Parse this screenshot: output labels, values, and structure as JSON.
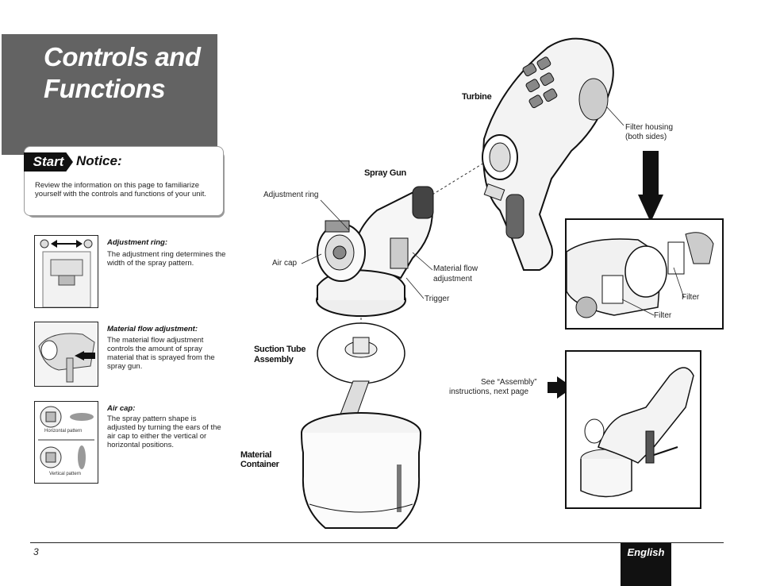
{
  "page": {
    "title_line1": "Controls and",
    "title_line2": "Functions",
    "start_label": "Start",
    "notice_heading": "Notice:",
    "notice_body": "Review the information on this page to familiarize yourself with the controls and functions of your unit.",
    "page_number": "3",
    "language": "English"
  },
  "features": [
    {
      "title": "Adjustment ring:",
      "body": "The adjustment ring determines the width of the spray pattern."
    },
    {
      "title": "Material flow adjustment:",
      "body": "The material flow adjustment controls the amount of spray material that is sprayed from the spray gun."
    },
    {
      "title": "Air cap:",
      "body": "The spray pattern shape is adjusted by turning the ears of the air cap to either the vertical or horizontal positions."
    }
  ],
  "aircap_thumb": {
    "horizontal_caption": "Horizontal pattern",
    "vertical_caption": "Vertical pattern"
  },
  "diagram_labels": {
    "turbine": "Turbine",
    "spray_gun": "Spray Gun",
    "adjustment_ring": "Adjustment ring",
    "air_cap": "Air cap",
    "material_flow_line1": "Material flow",
    "material_flow_line2": "adjustment",
    "trigger": "Trigger",
    "suction_tube_line1": "Suction Tube",
    "suction_tube_line2": "Assembly",
    "material_container_line1": "Material",
    "material_container_line2": "Container",
    "filter_housing_line1": "Filter housing",
    "filter_housing_line2": "(both sides)",
    "filter_a": "Filter",
    "filter_b": "Filter",
    "see_assembly_line1": "See “Assembly”",
    "see_assembly_line2": "instructions, next page"
  },
  "colors": {
    "title_bg": "#636363",
    "dark": "#111111",
    "shadow": "#9a9a9a"
  }
}
